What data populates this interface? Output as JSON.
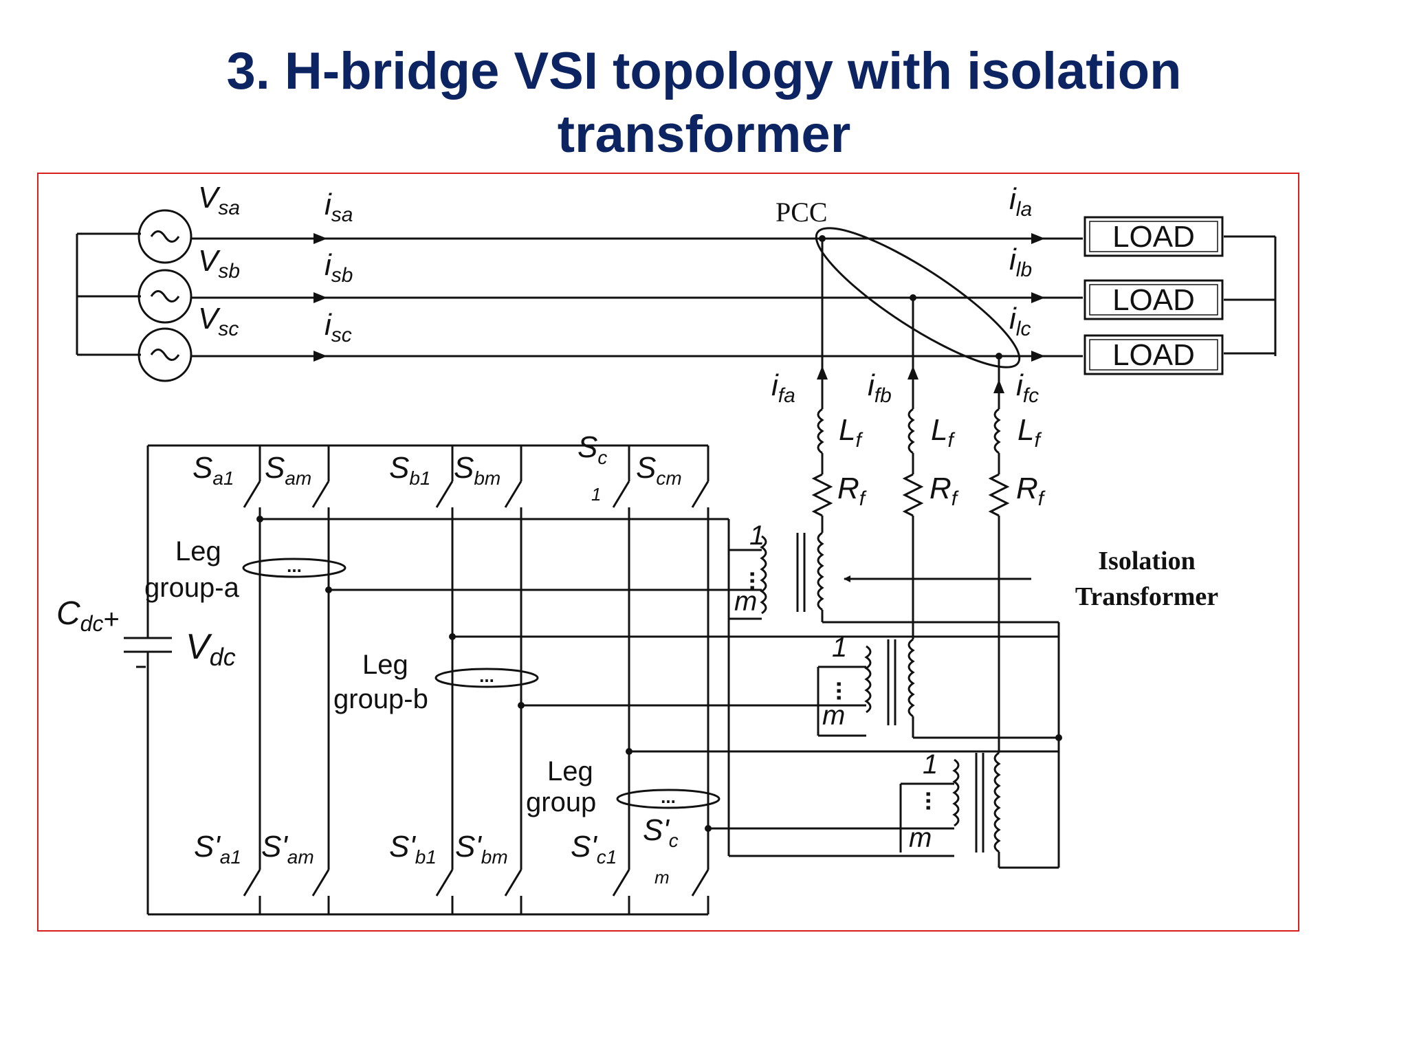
{
  "title": {
    "line1": "3. H-bridge VSI topology with isolation",
    "line2": "transformer"
  },
  "colors": {
    "title": "#0d2463",
    "frame": "#d62020",
    "wire": "#111111"
  },
  "sources": [
    {
      "v": "V",
      "vsub": "sa",
      "i": "i",
      "isub": "sa"
    },
    {
      "v": "V",
      "vsub": "sb",
      "i": "i",
      "isub": "sb"
    },
    {
      "v": "V",
      "vsub": "sc",
      "i": "i",
      "isub": "sc"
    }
  ],
  "pcc": "PCC",
  "loads": [
    {
      "label": "LOAD",
      "i": "i",
      "isub": "la"
    },
    {
      "label": "LOAD",
      "i": "i",
      "isub": "lb"
    },
    {
      "label": "LOAD",
      "i": "i",
      "isub": "lc"
    }
  ],
  "filters": [
    {
      "i": "i",
      "isub": "fa",
      "L": "L",
      "Lsub": "f",
      "R": "R",
      "Rsub": "f"
    },
    {
      "i": "i",
      "isub": "fb",
      "L": "L",
      "Lsub": "f",
      "R": "R",
      "Rsub": "f"
    },
    {
      "i": "i",
      "isub": "fc",
      "L": "L",
      "Lsub": "f",
      "R": "R",
      "Rsub": "f"
    }
  ],
  "transformer": {
    "label_line1": "Isolation",
    "label_line2": "Transformer",
    "turns_top": "1",
    "turns_bottom": "m",
    "dots": "..."
  },
  "switches_top": [
    {
      "base": "S",
      "sub": "a1"
    },
    {
      "base": "S",
      "sub": "am"
    },
    {
      "base": "S",
      "sub": "b1"
    },
    {
      "base": "S",
      "sub": "bm"
    },
    {
      "base": "S",
      "sub": "c",
      "extra": "1"
    },
    {
      "base": "S",
      "sub": "cm"
    }
  ],
  "switches_bottom": [
    {
      "base": "S'",
      "sub": "a1"
    },
    {
      "base": "S'",
      "sub": "am"
    },
    {
      "base": "S'",
      "sub": "b1"
    },
    {
      "base": "S'",
      "sub": "bm"
    },
    {
      "base": "S'",
      "sub": "c1"
    },
    {
      "base": "S'",
      "sub": "c",
      "extra": "m"
    }
  ],
  "leg_groups": [
    {
      "line1": "Leg",
      "line2": "group-a"
    },
    {
      "line1": "Leg",
      "line2": "group-b"
    },
    {
      "line1": "Leg",
      "line2": "group"
    }
  ],
  "dc": {
    "C": "C",
    "Csub": "dc",
    "plus": "+",
    "V": "V",
    "Vsub": "dc"
  }
}
